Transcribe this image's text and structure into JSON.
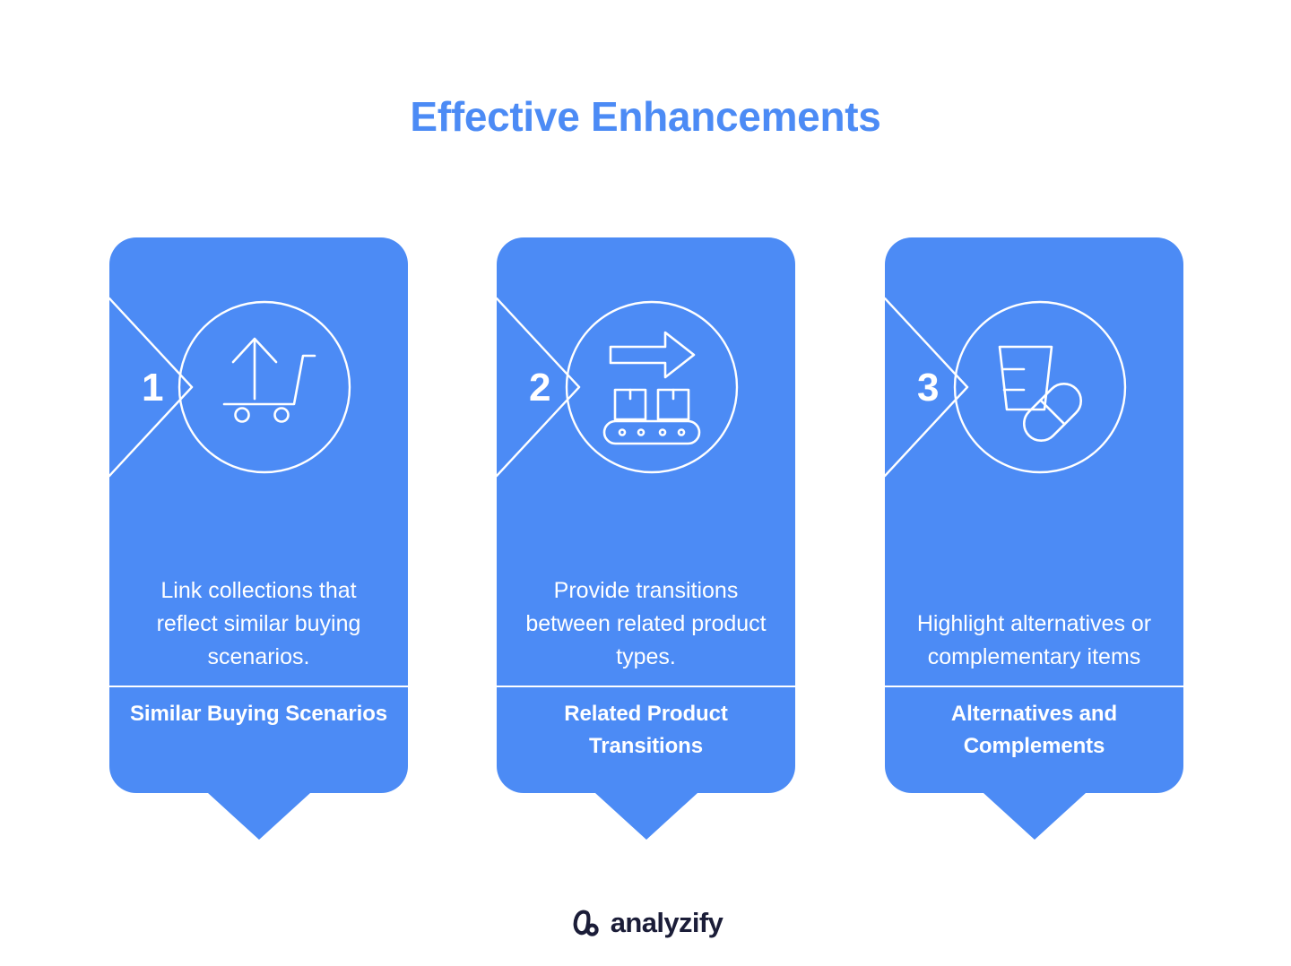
{
  "page": {
    "title": "Effective Enhancements",
    "background_color": "#ffffff",
    "accent_color": "#4c8bf5",
    "text_on_accent_color": "#ffffff",
    "logo_color": "#1b1d38"
  },
  "cards": [
    {
      "number": "1",
      "icon": "shopping-cart-up-arrow-icon",
      "description": "Link collections that reflect similar buying scenarios.",
      "heading": "Similar Buying Scenarios"
    },
    {
      "number": "2",
      "icon": "conveyor-belt-arrow-icon",
      "description": "Provide transitions between related product types.",
      "heading": "Related Product Transitions"
    },
    {
      "number": "3",
      "icon": "measuring-cup-capsule-icon",
      "description": "Highlight alternatives or complementary items",
      "heading": "Alternatives and Complements"
    }
  ],
  "footer": {
    "logo_text": "analyzify",
    "logo_mark": "analyzify-loop-mark-icon"
  }
}
